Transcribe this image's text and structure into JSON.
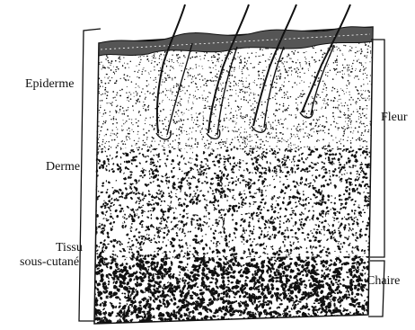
{
  "labels": {
    "epiderme": "Epiderme",
    "derme": "Derme",
    "tissu_line1": "Tissu",
    "tissu_line2": "sous-cutané",
    "fleur": "Fleur",
    "chaire": "Chaire"
  },
  "colors": {
    "ink": "#111111",
    "paper": "#ffffff"
  }
}
